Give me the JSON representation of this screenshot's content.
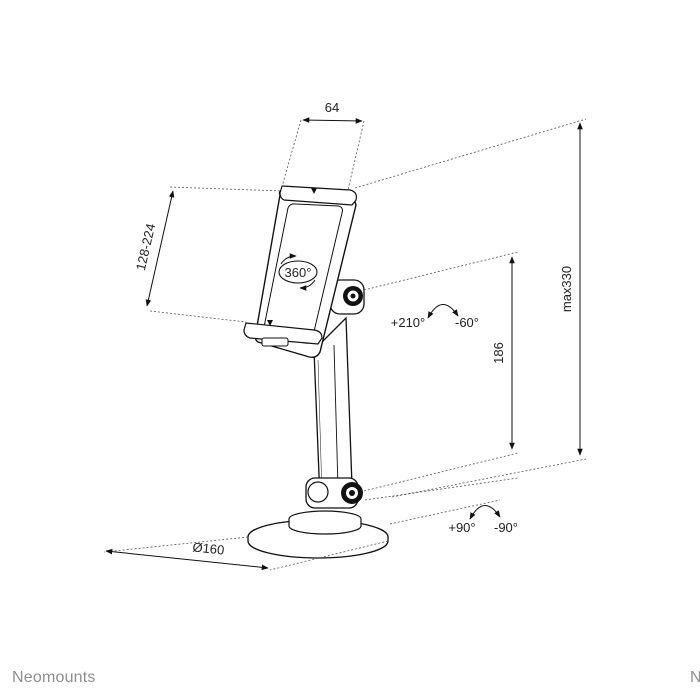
{
  "dimensions": {
    "clamp_depth": "64",
    "clamp_span": "128-224",
    "rotation": "360°",
    "max_height": "max330",
    "arm_height": "186",
    "base_diameter": "Ø160"
  },
  "tilt_upper": {
    "plus": "+210°",
    "minus": "-60°"
  },
  "tilt_lower": {
    "plus": "+90°",
    "minus": "-90°"
  },
  "brand": {
    "name": "Neomounts",
    "edge_letter": "N"
  }
}
